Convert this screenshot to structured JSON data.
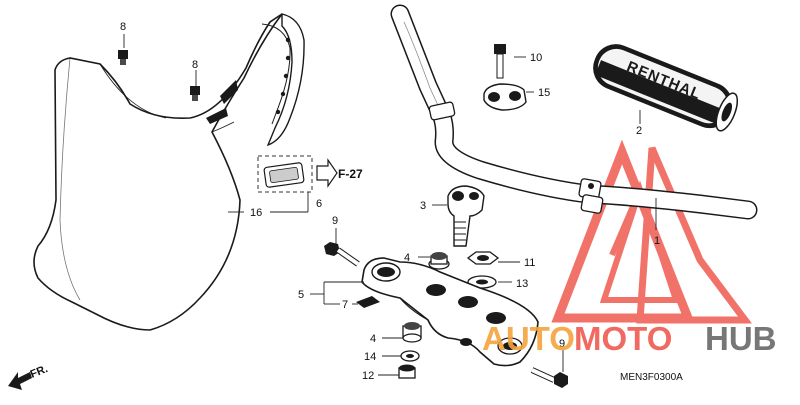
{
  "diagram": {
    "code": "MEN3F0300A",
    "front_label": "FR.",
    "reference": "F-27",
    "watermark": {
      "word1": "AUTO",
      "word2": "MOTO",
      "word3": "HUB",
      "colors": {
        "auto": "#f4a43c",
        "moto": "#ef5a50",
        "hub": "#707070",
        "logo": "#ef5a50"
      }
    },
    "brand_text": "RENTHAL",
    "callouts": {
      "c1": "1",
      "c2": "2",
      "c3": "3",
      "c4a": "4",
      "c4b": "4",
      "c5": "5",
      "c6": "6",
      "c7": "7",
      "c8a": "8",
      "c8b": "8",
      "c9a": "9",
      "c9b": "9",
      "c10": "10",
      "c11": "11",
      "c12": "12",
      "c13": "13",
      "c14": "14",
      "c15": "15",
      "c16": "16"
    }
  }
}
